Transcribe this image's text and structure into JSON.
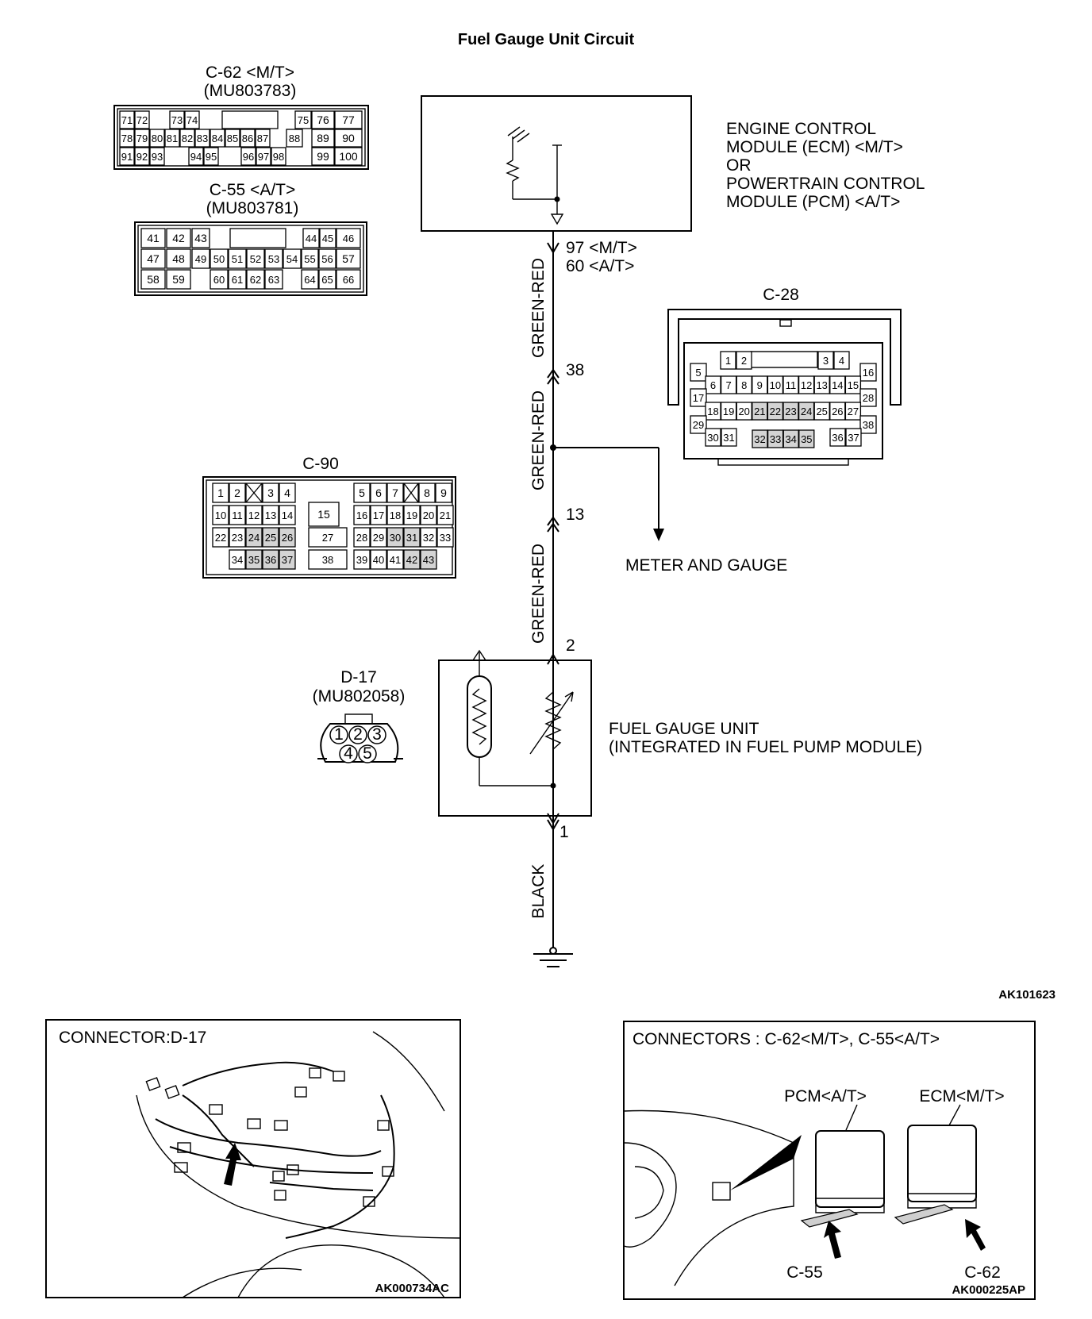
{
  "title": "Fuel Gauge Unit Circuit",
  "figure_id": "AK101623",
  "connectors": {
    "c62": {
      "name": "C-62 <M/T>",
      "part": "(MU803783)",
      "rows": [
        [
          "71",
          "72",
          "73",
          "74",
          "75",
          "76",
          "77"
        ],
        [
          "78",
          "79",
          "80",
          "81",
          "82",
          "83",
          "84",
          "85",
          "86",
          "87",
          "88",
          "89",
          "90"
        ],
        [
          "91",
          "92",
          "93",
          "94",
          "95",
          "96",
          "97",
          "98",
          "99",
          "100"
        ]
      ]
    },
    "c55": {
      "name": "C-55 <A/T>",
      "part": "(MU803781)",
      "rows": [
        [
          "41",
          "42",
          "43",
          "44",
          "45",
          "46"
        ],
        [
          "47",
          "48",
          "49",
          "50",
          "51",
          "52",
          "53",
          "54",
          "55",
          "56",
          "57"
        ],
        [
          "58",
          "59",
          "60",
          "61",
          "62",
          "63",
          "64",
          "65",
          "66"
        ]
      ]
    },
    "c28": {
      "name": "C-28",
      "pins": [
        "1",
        "2",
        "3",
        "4",
        "5",
        "6",
        "7",
        "8",
        "9",
        "10",
        "11",
        "12",
        "13",
        "14",
        "15",
        "16",
        "17",
        "18",
        "19",
        "20",
        "21",
        "22",
        "23",
        "24",
        "25",
        "26",
        "27",
        "28",
        "29",
        "30",
        "31",
        "32",
        "33",
        "34",
        "35",
        "36",
        "37",
        "38"
      ]
    },
    "c90": {
      "name": "C-90",
      "pins": [
        "1",
        "2",
        "3",
        "4",
        "5",
        "6",
        "7",
        "8",
        "9",
        "10",
        "11",
        "12",
        "13",
        "14",
        "15",
        "16",
        "17",
        "18",
        "19",
        "20",
        "21",
        "22",
        "23",
        "24",
        "25",
        "26",
        "27",
        "28",
        "29",
        "30",
        "31",
        "32",
        "33",
        "34",
        "35",
        "36",
        "37",
        "38",
        "39",
        "40",
        "41",
        "42",
        "43"
      ]
    },
    "d17": {
      "name": "D-17",
      "part": "(MU802058)",
      "pins": [
        "1",
        "2",
        "3",
        "4",
        "5"
      ]
    }
  },
  "ecm": {
    "line1": "ENGINE CONTROL",
    "line2": "MODULE (ECM) <M/T>",
    "line3": "OR",
    "line4": "POWERTRAIN CONTROL",
    "line5": "MODULE (PCM) <A/T>"
  },
  "wire": {
    "terminal_mt": "97 <M/T>",
    "terminal_at": "60 <A/T>",
    "color_top": "GREEN-RED",
    "color_mid": "GREEN-RED",
    "color_low": "GREEN-RED",
    "color_bottom": "BLACK",
    "pin_38": "38",
    "pin_13": "13",
    "pin_2": "2",
    "pin_1": "1"
  },
  "meter": "METER AND GAUGE",
  "fuel_unit": {
    "line1": "FUEL GAUGE UNIT",
    "line2": "(INTEGRATED IN FUEL PUMP MODULE)"
  },
  "location_d17": {
    "title": "CONNECTOR:D-17",
    "ref": "AK000734AC"
  },
  "location_ecm": {
    "title": "CONNECTORS : C-62<M/T>, C-55<A/T>",
    "pcm": "PCM<A/T>",
    "ecm": "ECM<M/T>",
    "c55": "C-55",
    "c62": "C-62",
    "ref": "AK000225AP"
  }
}
